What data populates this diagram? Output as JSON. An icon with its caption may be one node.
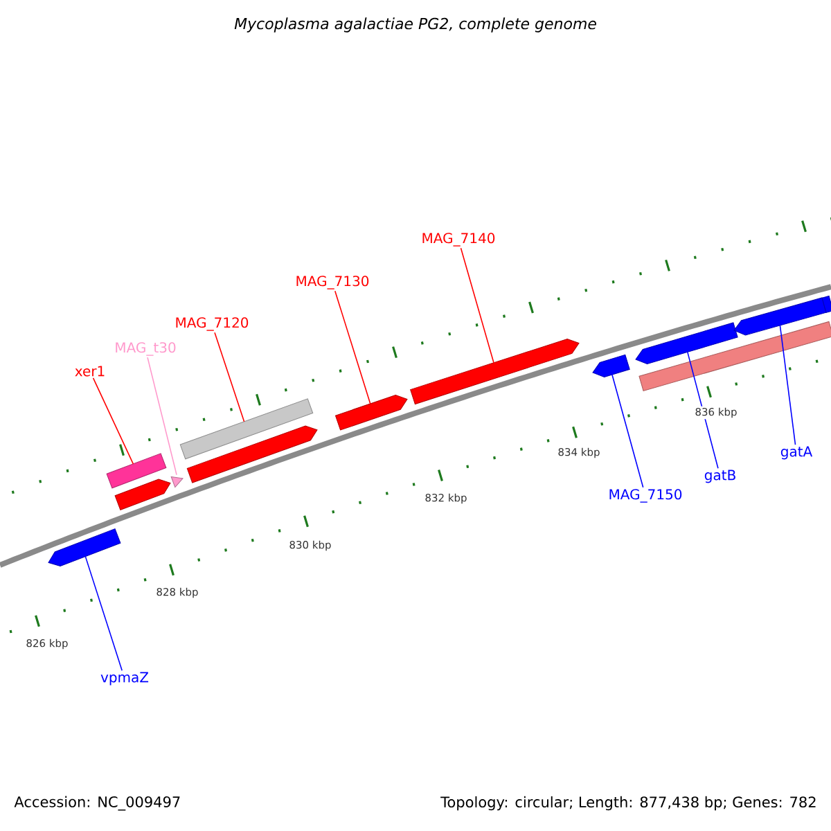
{
  "diagram": {
    "title": "Mycoplasma agalactiae PG2, complete genome",
    "nodes": [
      {
        "text": [
          "MAG_7140"
        ]
      },
      {
        "text": [
          "MAG_7130"
        ]
      },
      {
        "text": [
          "MAG_7120"
        ]
      },
      {
        "text": [
          "MAG_t30"
        ]
      },
      {
        "text": [
          "xer1"
        ]
      },
      {
        "text": [],
        "shape": "bar"
      },
      {
        "text": [],
        "shape": "arrow"
      },
      {
        "text": [],
        "shape": "triangle"
      },
      {
        "text": [],
        "shape": "bar"
      },
      {
        "text": [],
        "shape": "arrow"
      },
      {
        "text": [],
        "shape": "arrow"
      },
      {
        "text": [],
        "shape": "arrow"
      },
      {
        "text": [],
        "shape": "arrow"
      },
      {
        "text": [],
        "shape": "arrow"
      },
      {
        "text": [],
        "shape": "bar"
      },
      {
        "text": [],
        "shape": "arrow"
      },
      {
        "text": [],
        "shape": "bar"
      },
      {
        "text": [],
        "shape": "arrow"
      },
      {
        "text": [
          "MAG_7150"
        ]
      },
      {
        "text": [
          "gatB"
        ]
      },
      {
        "text": [
          "gatA"
        ]
      },
      {
        "text": [
          "vpmaZ"
        ]
      }
    ],
    "edges": [
      {
        "from": 4,
        "to": 5,
        "arrow": "none"
      },
      {
        "from": 3,
        "to": 7,
        "arrow": "none",
        "color": "#ff99cc"
      },
      {
        "from": 2,
        "to": 8,
        "arrow": "none"
      },
      {
        "from": 1,
        "to": 10,
        "arrow": "none"
      },
      {
        "from": 0,
        "to": 11,
        "arrow": "none"
      },
      {
        "from": 18,
        "to": 12,
        "arrow": "none",
        "color": "#0000ff"
      },
      {
        "from": 19,
        "to": 13,
        "arrow": "none",
        "color": "#0000ff"
      },
      {
        "from": 20,
        "to": 15,
        "arrow": "none",
        "color": "#0000ff"
      },
      {
        "from": 21,
        "to": 17,
        "arrow": "none",
        "color": "#0000ff"
      }
    ],
    "labels": [
      "826 kbp",
      "828 kbp",
      "830 kbp",
      "832 kbp",
      "834 kbp",
      "836 kbp",
      "Accession: NC_009497",
      "Topology: circular; Length: 877,438 bp; Genes: 782"
    ]
  }
}
